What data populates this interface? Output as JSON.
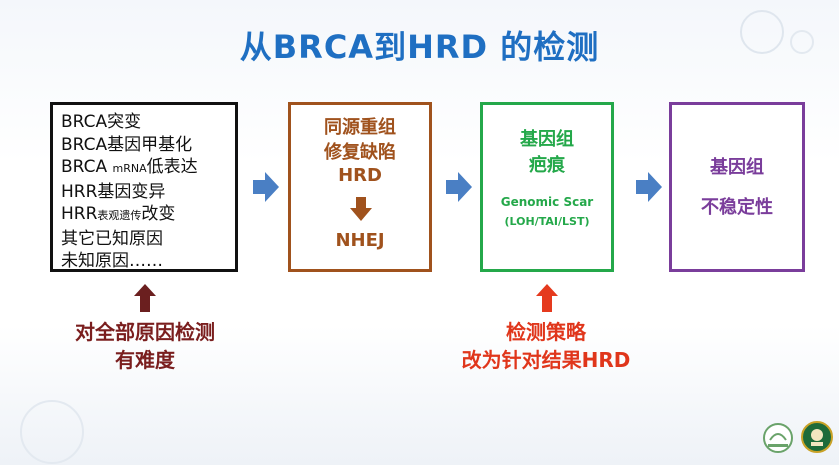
{
  "title": "从BRCA到HRD 的检测",
  "box1": {
    "lines": [
      {
        "main": "BRCA突变",
        "small": "",
        "after": ""
      },
      {
        "main": "BRCA基因甲基化",
        "small": "",
        "after": ""
      },
      {
        "main": "BRCA ",
        "small": "mRNA",
        "after": "低表达"
      },
      {
        "main": "HRR基因变异",
        "small": "",
        "after": ""
      },
      {
        "main": "HRR",
        "small": "表观遗传",
        "after": "改变"
      },
      {
        "main": "其它已知原因",
        "small": "",
        "after": ""
      },
      {
        "main": "未知原因……",
        "small": "",
        "after": ""
      }
    ]
  },
  "box2": {
    "line1": "同源重组",
    "line2": "修复缺陷",
    "line3": "HRD",
    "line4": "NHEJ"
  },
  "box3": {
    "line1": "基因组",
    "line2": "疤痕",
    "line3": "Genomic Scar",
    "line4": "(LOH/TAI/LST)"
  },
  "box4": {
    "line1": "基因组",
    "line2": "不稳定性"
  },
  "note_left": {
    "line1": "对全部原因检测",
    "line2": "有难度"
  },
  "note_right": {
    "line1": "检测策略",
    "line2": "改为针对结果HRD"
  },
  "colors": {
    "title": "#1f6fc2",
    "box1_border": "#111111",
    "box2": "#a0521d",
    "box3": "#24a84a",
    "box4": "#7a3d9b",
    "flow_arrow": "#4a7fc4",
    "left_up_arrow": "#6b1f1f",
    "right_up_arrow": "#e53a1e",
    "note_left": "#7a1e1e",
    "note_right": "#e0361b"
  },
  "icons": [
    "right-arrow-icon",
    "down-arrow-icon",
    "up-arrow-icon",
    "logo-left",
    "logo-right"
  ]
}
